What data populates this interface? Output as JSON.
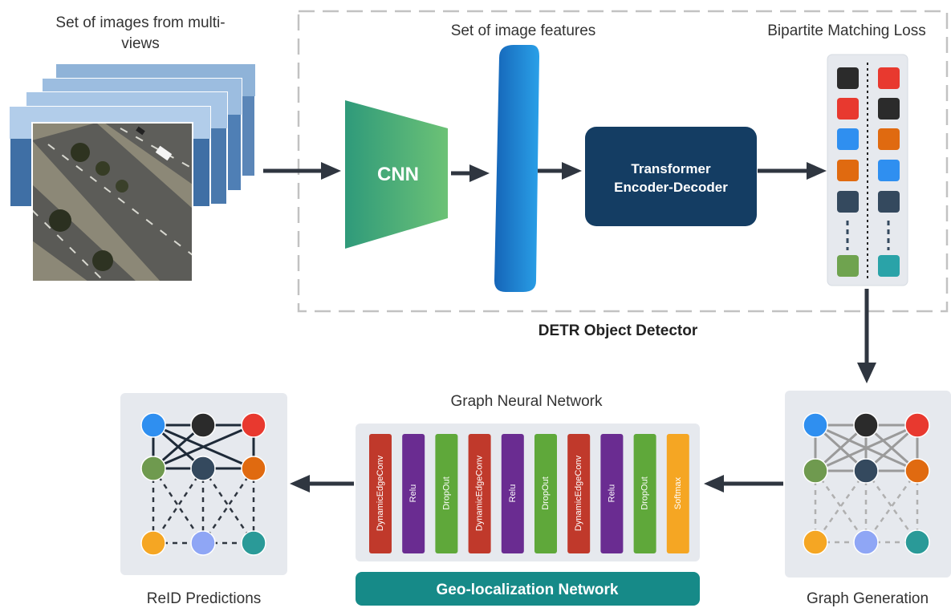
{
  "labels": {
    "input_images": [
      "Set of images from multi-",
      "views"
    ],
    "image_features": "Set of image features",
    "matching_loss": "Bipartite Matching Loss",
    "cnn": "CNN",
    "transformer": [
      "Transformer",
      "Encoder-Decoder"
    ],
    "detr": "DETR Object Detector",
    "gnn": "Graph Neural Network",
    "geo": "Geo-localization Network",
    "reid": "ReID Predictions",
    "graph_gen": "Graph Generation"
  },
  "gnn_layers": [
    {
      "label": "DynamicEdgeConv",
      "color": "#c0392b"
    },
    {
      "label": "Relu",
      "color": "#6a2c91"
    },
    {
      "label": "DropOut",
      "color": "#5fa83a"
    },
    {
      "label": "DynamicEdgeConv",
      "color": "#c0392b"
    },
    {
      "label": "Relu",
      "color": "#6a2c91"
    },
    {
      "label": "DropOut",
      "color": "#5fa83a"
    },
    {
      "label": "DynamicEdgeConv",
      "color": "#c0392b"
    },
    {
      "label": "Relu",
      "color": "#6a2c91"
    },
    {
      "label": "DropOut",
      "color": "#5fa83a"
    },
    {
      "label": "Softmax",
      "color": "#f5a623"
    }
  ],
  "colors": {
    "arrow": "#2f3640",
    "cnn": "#3aa57a",
    "features": "#1f7fd0",
    "transformer": "#143d63",
    "geo_bar": "#168a88",
    "panel": "#e6e9ee",
    "dashed_frame": "#bfbfbf"
  },
  "matching_left": [
    "#2b2b2b",
    "#e8392f",
    "#2f8ff0",
    "#e06a10",
    "#34495e",
    "#6fa34f"
  ],
  "matching_right": [
    "#e8392f",
    "#2b2b2b",
    "#e06a10",
    "#2f8ff0",
    "#34495e",
    "#2aa3a8"
  ],
  "graph_nodes": {
    "top": [
      "#2f8ff0",
      "#2b2b2b",
      "#e8392f"
    ],
    "middle": [
      "#6f9a4f",
      "#34495e",
      "#e06a10"
    ],
    "bottom": [
      "#f5a623",
      "#8fa6f5",
      "#2a9a98"
    ]
  }
}
